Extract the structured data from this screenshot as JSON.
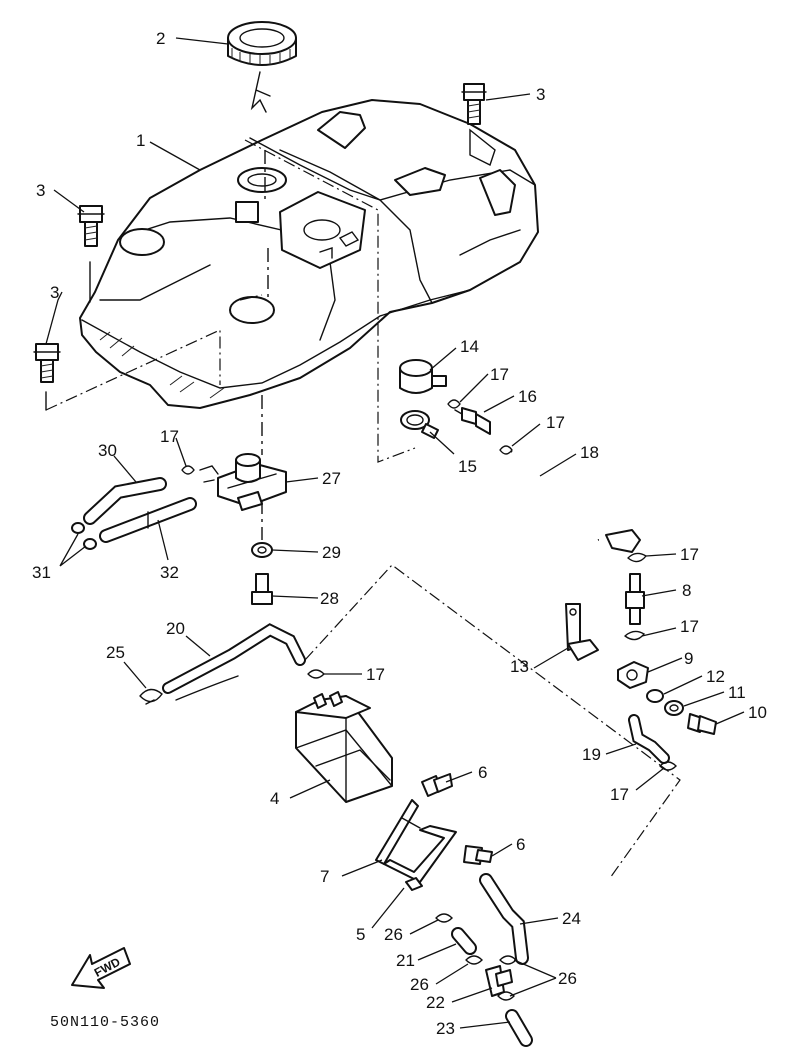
{
  "diagram": {
    "drawing_code": "50N110-5360",
    "fwd_label": "FWD",
    "callouts": [
      {
        "id": "c1",
        "text": "1"
      },
      {
        "id": "c2",
        "text": "2"
      },
      {
        "id": "c3a",
        "text": "3"
      },
      {
        "id": "c3b",
        "text": "3"
      },
      {
        "id": "c3c",
        "text": "3"
      },
      {
        "id": "c4",
        "text": "4"
      },
      {
        "id": "c5",
        "text": "5"
      },
      {
        "id": "c6a",
        "text": "6"
      },
      {
        "id": "c6b",
        "text": "6"
      },
      {
        "id": "c7",
        "text": "7"
      },
      {
        "id": "c8",
        "text": "8"
      },
      {
        "id": "c9",
        "text": "9"
      },
      {
        "id": "c10",
        "text": "10"
      },
      {
        "id": "c11",
        "text": "11"
      },
      {
        "id": "c12",
        "text": "12"
      },
      {
        "id": "c13",
        "text": "13"
      },
      {
        "id": "c14",
        "text": "14"
      },
      {
        "id": "c15",
        "text": "15"
      },
      {
        "id": "c16",
        "text": "16"
      },
      {
        "id": "c17a",
        "text": "17"
      },
      {
        "id": "c17b",
        "text": "17"
      },
      {
        "id": "c17c",
        "text": "17"
      },
      {
        "id": "c17d",
        "text": "17"
      },
      {
        "id": "c17e",
        "text": "17"
      },
      {
        "id": "c17f",
        "text": "17"
      },
      {
        "id": "c17g",
        "text": "17"
      },
      {
        "id": "c18",
        "text": "18"
      },
      {
        "id": "c19",
        "text": "19"
      },
      {
        "id": "c20",
        "text": "20"
      },
      {
        "id": "c21",
        "text": "21"
      },
      {
        "id": "c22",
        "text": "22"
      },
      {
        "id": "c23",
        "text": "23"
      },
      {
        "id": "c24",
        "text": "24"
      },
      {
        "id": "c25",
        "text": "25"
      },
      {
        "id": "c26a",
        "text": "26"
      },
      {
        "id": "c26b",
        "text": "26"
      },
      {
        "id": "c26c",
        "text": "26"
      },
      {
        "id": "c27",
        "text": "27"
      },
      {
        "id": "c28",
        "text": "28"
      },
      {
        "id": "c29",
        "text": "29"
      },
      {
        "id": "c30",
        "text": "30"
      },
      {
        "id": "c31",
        "text": "31"
      },
      {
        "id": "c32",
        "text": "32"
      }
    ]
  }
}
